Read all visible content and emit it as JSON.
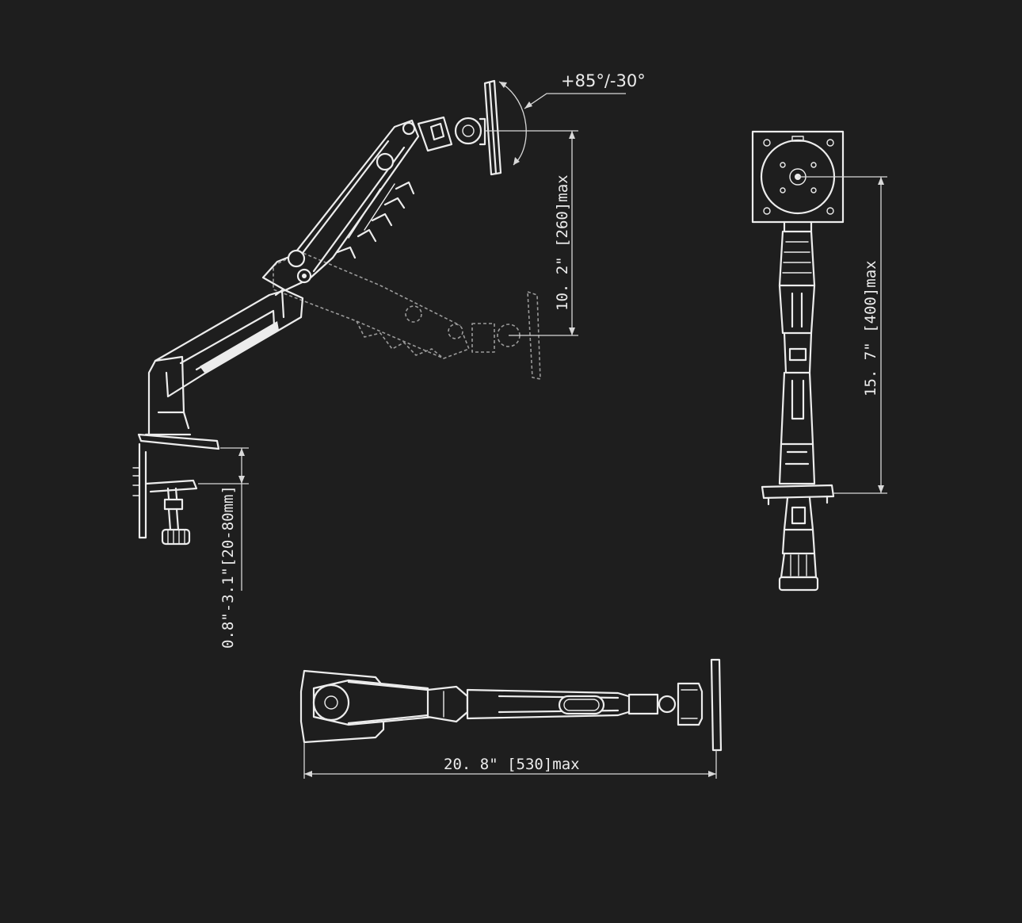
{
  "labels": {
    "tilt_angle": "+85°/-30°",
    "height_range": "10. 2\" [260]max",
    "clamp_thickness": "0.8\"-3.1\"[20-80mm]",
    "vertical_reach": "15. 7\" [400]max",
    "horizontal_reach": "20. 8\" [530]max"
  },
  "colors": {
    "background": "#1e1e1e",
    "line": "#ececec",
    "ghost_line": "#9a9a9a"
  }
}
